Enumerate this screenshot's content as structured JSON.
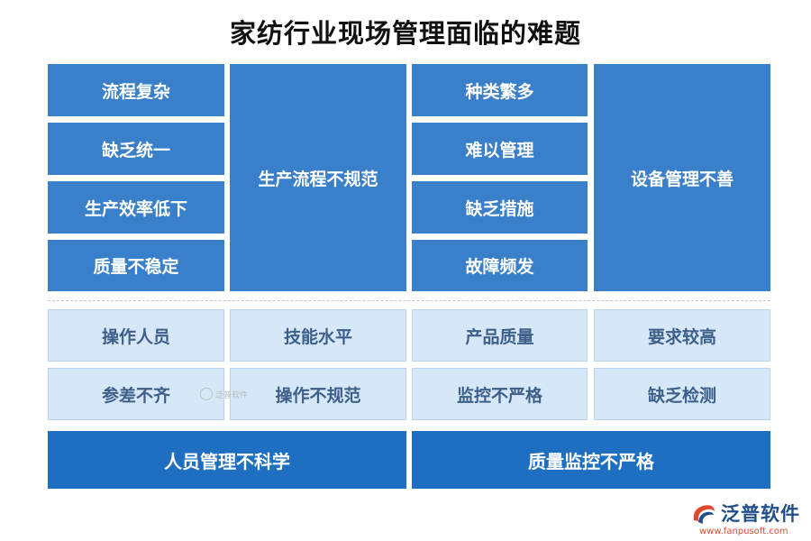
{
  "title": "家纺行业现场管理面临的难题",
  "top": {
    "col1": [
      "流程复杂",
      "缺乏统一",
      "生产效率低下",
      "质量不稳定"
    ],
    "col2": "生产流程不规范",
    "col3": [
      "种类繁多",
      "难以管理",
      "缺乏措施",
      "故障频发"
    ],
    "col4": "设备管理不善"
  },
  "bottom": {
    "row1": [
      "操作人员",
      "技能水平",
      "产品质量",
      "要求较高"
    ],
    "row2": [
      "参差不齐",
      "操作不规范",
      "监控不严格",
      "缺乏检测"
    ],
    "left_summary": "人员管理不科学",
    "right_summary": "质量监控不严格"
  },
  "watermark": "泛普软件",
  "logo": {
    "text": "泛普软件",
    "url": "www.fanpusoft.com",
    "icon": "fanpu-logo-icon"
  },
  "colors": {
    "dark_box": "#3a7fc9",
    "light_box": "#d6e7f8",
    "summary_box": "#1e6fc1"
  }
}
